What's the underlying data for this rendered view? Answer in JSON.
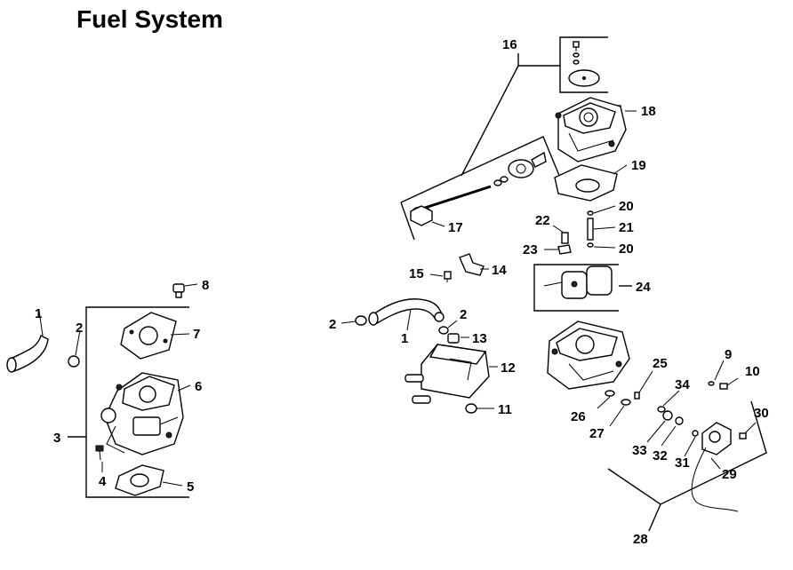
{
  "title": "Fuel System",
  "callouts": {
    "c1a": "1",
    "c2a": "2",
    "c3": "3",
    "c4": "4",
    "c5": "5",
    "c6": "6",
    "c7": "7",
    "c8": "8",
    "c16": "16",
    "c18": "18",
    "c19": "19",
    "c17": "17",
    "c20a": "20",
    "c21": "21",
    "c20b": "20",
    "c22": "22",
    "c23": "23",
    "c15": "15",
    "c14": "14",
    "c24": "24",
    "c2b": "2",
    "c2c": "2",
    "c1b": "1",
    "c13": "13",
    "c12": "12",
    "c11": "11",
    "c9": "9",
    "c10": "10",
    "c25": "25",
    "c34": "34",
    "c26": "26",
    "c27": "27",
    "c33": "33",
    "c32": "32",
    "c31": "31",
    "c30": "30",
    "c29": "29",
    "c28": "28"
  }
}
